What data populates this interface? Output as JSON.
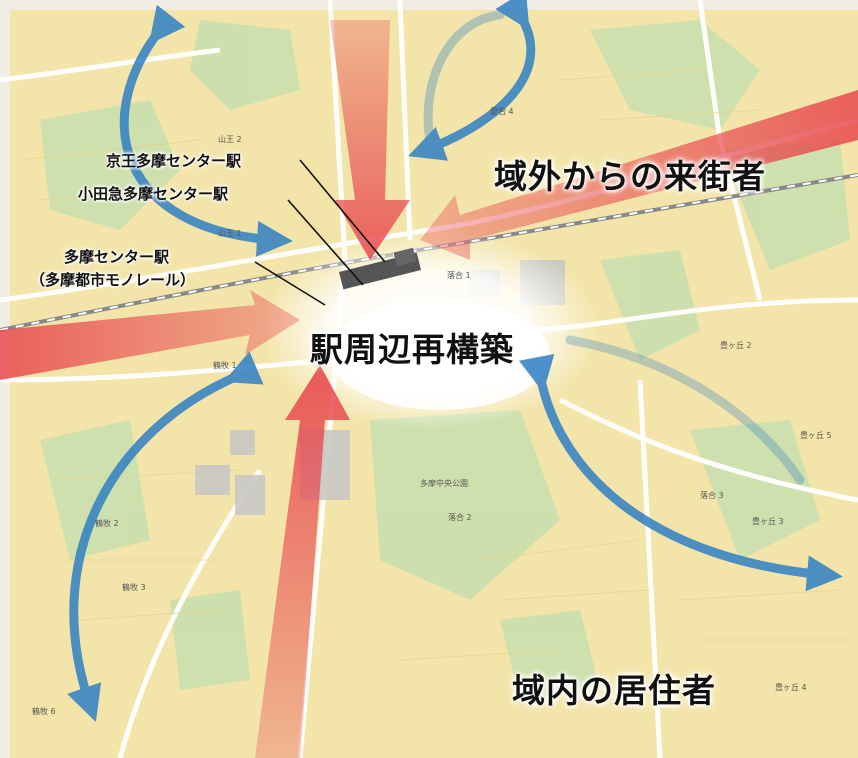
{
  "labels": {
    "keio_station": "京王多摩センター駅",
    "odakyu_station": "小田急多摩センター駅",
    "monorail_station": "多摩センター駅",
    "monorail_line": "（多摩都市モノレール）",
    "center_title": "駅周辺再構築",
    "outside_visitors": "域外からの来街者",
    "local_residents": "域内の居住者"
  },
  "map_text": {
    "sanno2": "山王 2",
    "sanno1": "山王 1",
    "tsurumaki1": "鶴牧 1",
    "tsurumaki2": "鶴牧 2",
    "tsurumaki3": "鶴牧 3",
    "tsurumaki6": "鶴牧 6",
    "ochiai1": "落合 1",
    "ochiai2": "落合 2",
    "ochiai3": "落合 3",
    "toyogaoka2": "豊ヶ丘 2",
    "toyogaoka3": "豊ヶ丘 3",
    "toyogaoka4": "豊ヶ丘 4",
    "toyogaoka5": "豊ヶ丘 5",
    "aikou": "愛宕 4",
    "park": "多摩中央公園"
  },
  "colors": {
    "red_arrow": "#e8484e",
    "blue_arrow": "#2f7fc4",
    "map_yellow": "#f3e3a0",
    "map_green": "#cfe3b5"
  }
}
